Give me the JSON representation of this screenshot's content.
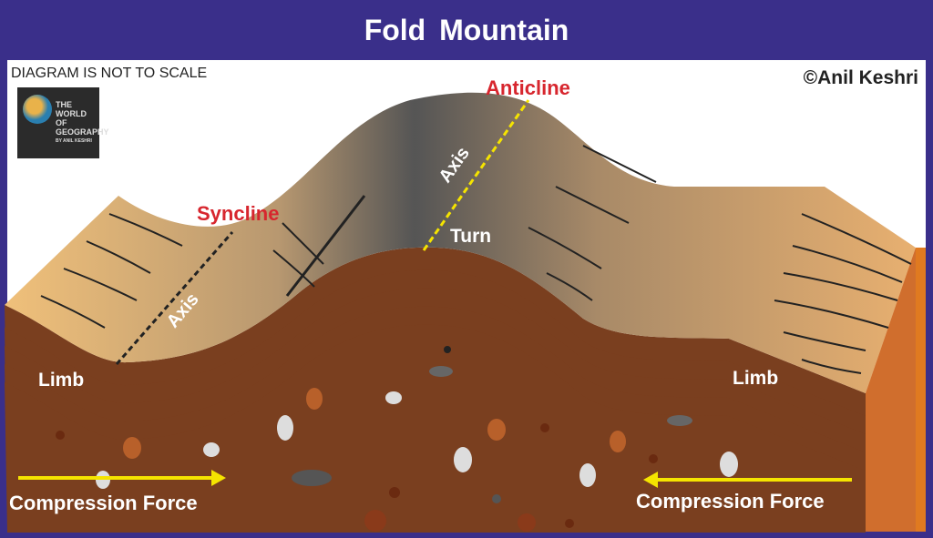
{
  "title": "Fold Mountain",
  "note": "DIAGRAM IS NOT TO SCALE",
  "copyright": "©Anil Keshri",
  "logo": {
    "lines": [
      "THE",
      "WORLD",
      "OF",
      "GEOGRAPHY"
    ],
    "by": "BY ANIL KESHRI"
  },
  "labels": {
    "anticline": "Anticline",
    "syncline": "Syncline",
    "axis_left": "Axis",
    "axis_right": "Axis",
    "turn": "Turn",
    "limb_left": "Limb",
    "limb_right": "Limb",
    "force_left": "Compression Force",
    "force_right": "Compression Force"
  },
  "colors": {
    "frame": "#3a2f8a",
    "label_red": "#d7262e",
    "arrow": "#f5e400",
    "brown": "#7a3f1f",
    "rust": "#c0623a",
    "green": "#7a9c85",
    "orange": "#f08020",
    "ground": "#c09040"
  }
}
